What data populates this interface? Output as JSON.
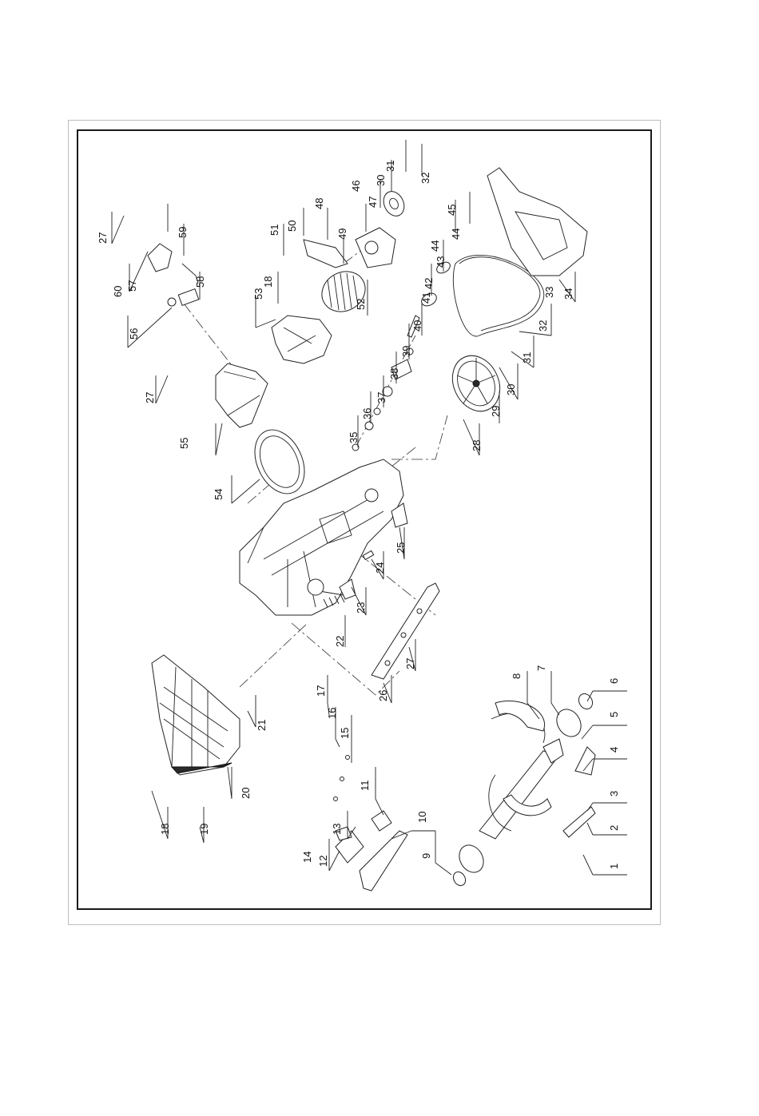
{
  "diagram": {
    "callouts": [
      {
        "text": "1"
      },
      {
        "text": "2"
      },
      {
        "text": "3"
      },
      {
        "text": "4"
      },
      {
        "text": "5"
      },
      {
        "text": "6"
      },
      {
        "text": "7"
      },
      {
        "text": "8"
      },
      {
        "text": "9"
      },
      {
        "text": "10"
      },
      {
        "text": "11"
      },
      {
        "text": "12"
      },
      {
        "text": "13"
      },
      {
        "text": "14"
      },
      {
        "text": "15"
      },
      {
        "text": "16"
      },
      {
        "text": "17"
      },
      {
        "text": "18"
      },
      {
        "text": "19"
      },
      {
        "text": "20"
      },
      {
        "text": "21"
      },
      {
        "text": "22"
      },
      {
        "text": "23"
      },
      {
        "text": "24"
      },
      {
        "text": "25"
      },
      {
        "text": "26"
      },
      {
        "text": "27"
      },
      {
        "text": "28"
      },
      {
        "text": "29"
      },
      {
        "text": "30"
      },
      {
        "text": "31"
      },
      {
        "text": "32"
      },
      {
        "text": "33"
      },
      {
        "text": "34"
      },
      {
        "text": "35"
      },
      {
        "text": "36"
      },
      {
        "text": "37"
      },
      {
        "text": "38"
      },
      {
        "text": "39"
      },
      {
        "text": "40"
      },
      {
        "text": "41"
      },
      {
        "text": "42"
      },
      {
        "text": "43"
      },
      {
        "text": "44"
      },
      {
        "text": "45"
      },
      {
        "text": "46"
      },
      {
        "text": "47"
      },
      {
        "text": "48"
      },
      {
        "text": "49"
      },
      {
        "text": "50"
      },
      {
        "text": "51"
      },
      {
        "text": "52"
      },
      {
        "text": "53"
      },
      {
        "text": "54"
      },
      {
        "text": "55"
      },
      {
        "text": "56"
      },
      {
        "text": "57"
      },
      {
        "text": "58"
      },
      {
        "text": "59"
      },
      {
        "text": "60"
      },
      {
        "text": "18"
      },
      {
        "text": "27"
      },
      {
        "text": "27"
      },
      {
        "text": "44"
      },
      {
        "text": "30"
      },
      {
        "text": "31"
      },
      {
        "text": "32"
      }
    ]
  }
}
